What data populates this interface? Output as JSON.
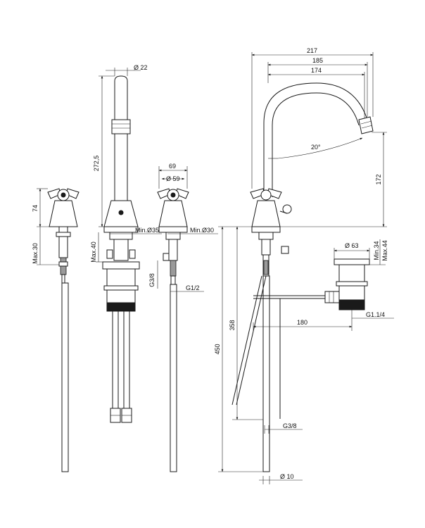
{
  "dimensions": {
    "spout_diameter": "Ø 22",
    "spout_height": "272,5",
    "handle_height": "74",
    "max_30": "Max.30",
    "max_40": "Max.40",
    "min_35": "Min.Ø35",
    "min_30": "Min.Ø30",
    "width_69": "69",
    "diameter_59": "Ø 59",
    "g38_left": "G3/8",
    "g12": "G1/2",
    "overall_217": "217",
    "reach_185": "185",
    "reach_174": "174",
    "angle_20": "20°",
    "height_172": "172",
    "height_358": "358",
    "height_450": "450",
    "drain_63": "Ø 63",
    "min_34": "Min.34",
    "max_44": "Max.44",
    "rod_180": "180",
    "g114": "G1.1/4",
    "g38_right": "G3/8",
    "diameter_10": "Ø 10"
  },
  "colors": {
    "line": "#1a1a1a",
    "fill": "#ffffff",
    "grey": "#9a9a9a"
  }
}
